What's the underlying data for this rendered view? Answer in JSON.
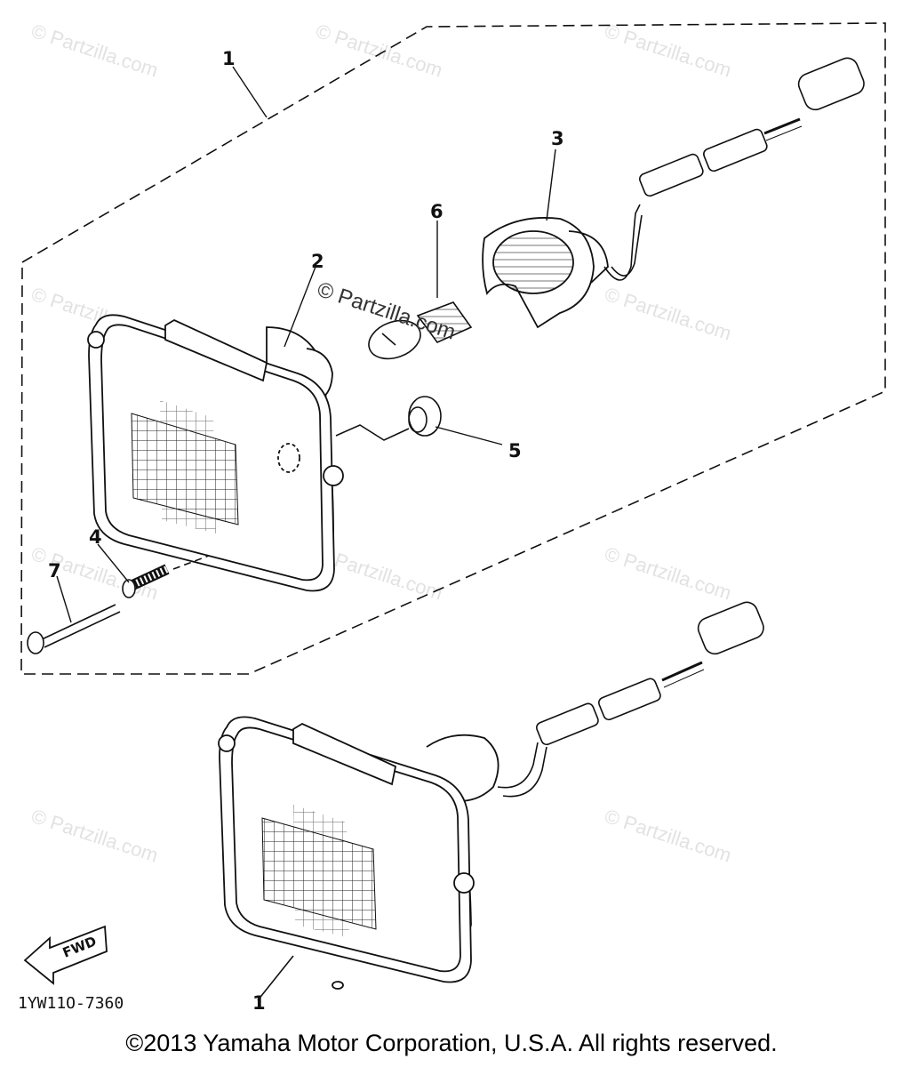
{
  "diagram": {
    "callouts": {
      "c1_top": "1",
      "c2": "2",
      "c3": "3",
      "c4": "4",
      "c5": "5",
      "c6": "6",
      "c7": "7",
      "c1_bottom": "1"
    },
    "fwd_label": "FWD",
    "figure_code": "1YW11O-7360",
    "watermark_center": "© Partzilla.com",
    "watermark_text": "© Partzilla.com",
    "copyright": "©2013  Yamaha Motor Corporation, U.S.A. All rights reserved."
  },
  "colors": {
    "line": "#111111",
    "background": "#ffffff",
    "watermark": "#e2e2e2"
  }
}
